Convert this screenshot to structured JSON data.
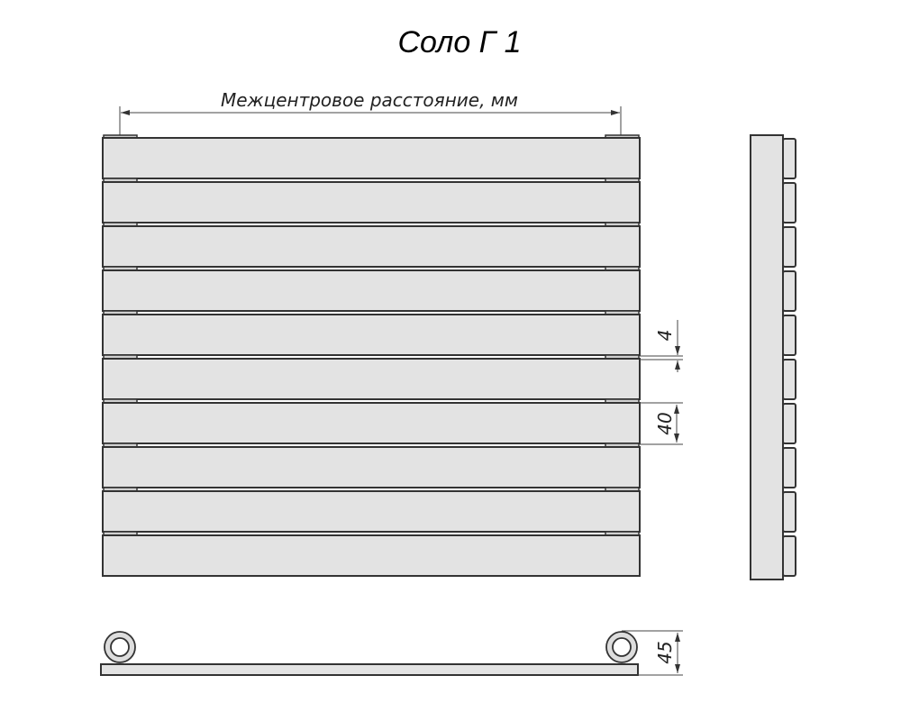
{
  "title": "Соло Г 1",
  "dimensions": {
    "center_distance_label": "Межцентровое расстояние, мм",
    "gap": "4",
    "panel_height": "40",
    "depth": "45"
  },
  "panel_count": 10,
  "colors": {
    "panel_fill": "#e3e3e3",
    "outline": "#333333"
  }
}
